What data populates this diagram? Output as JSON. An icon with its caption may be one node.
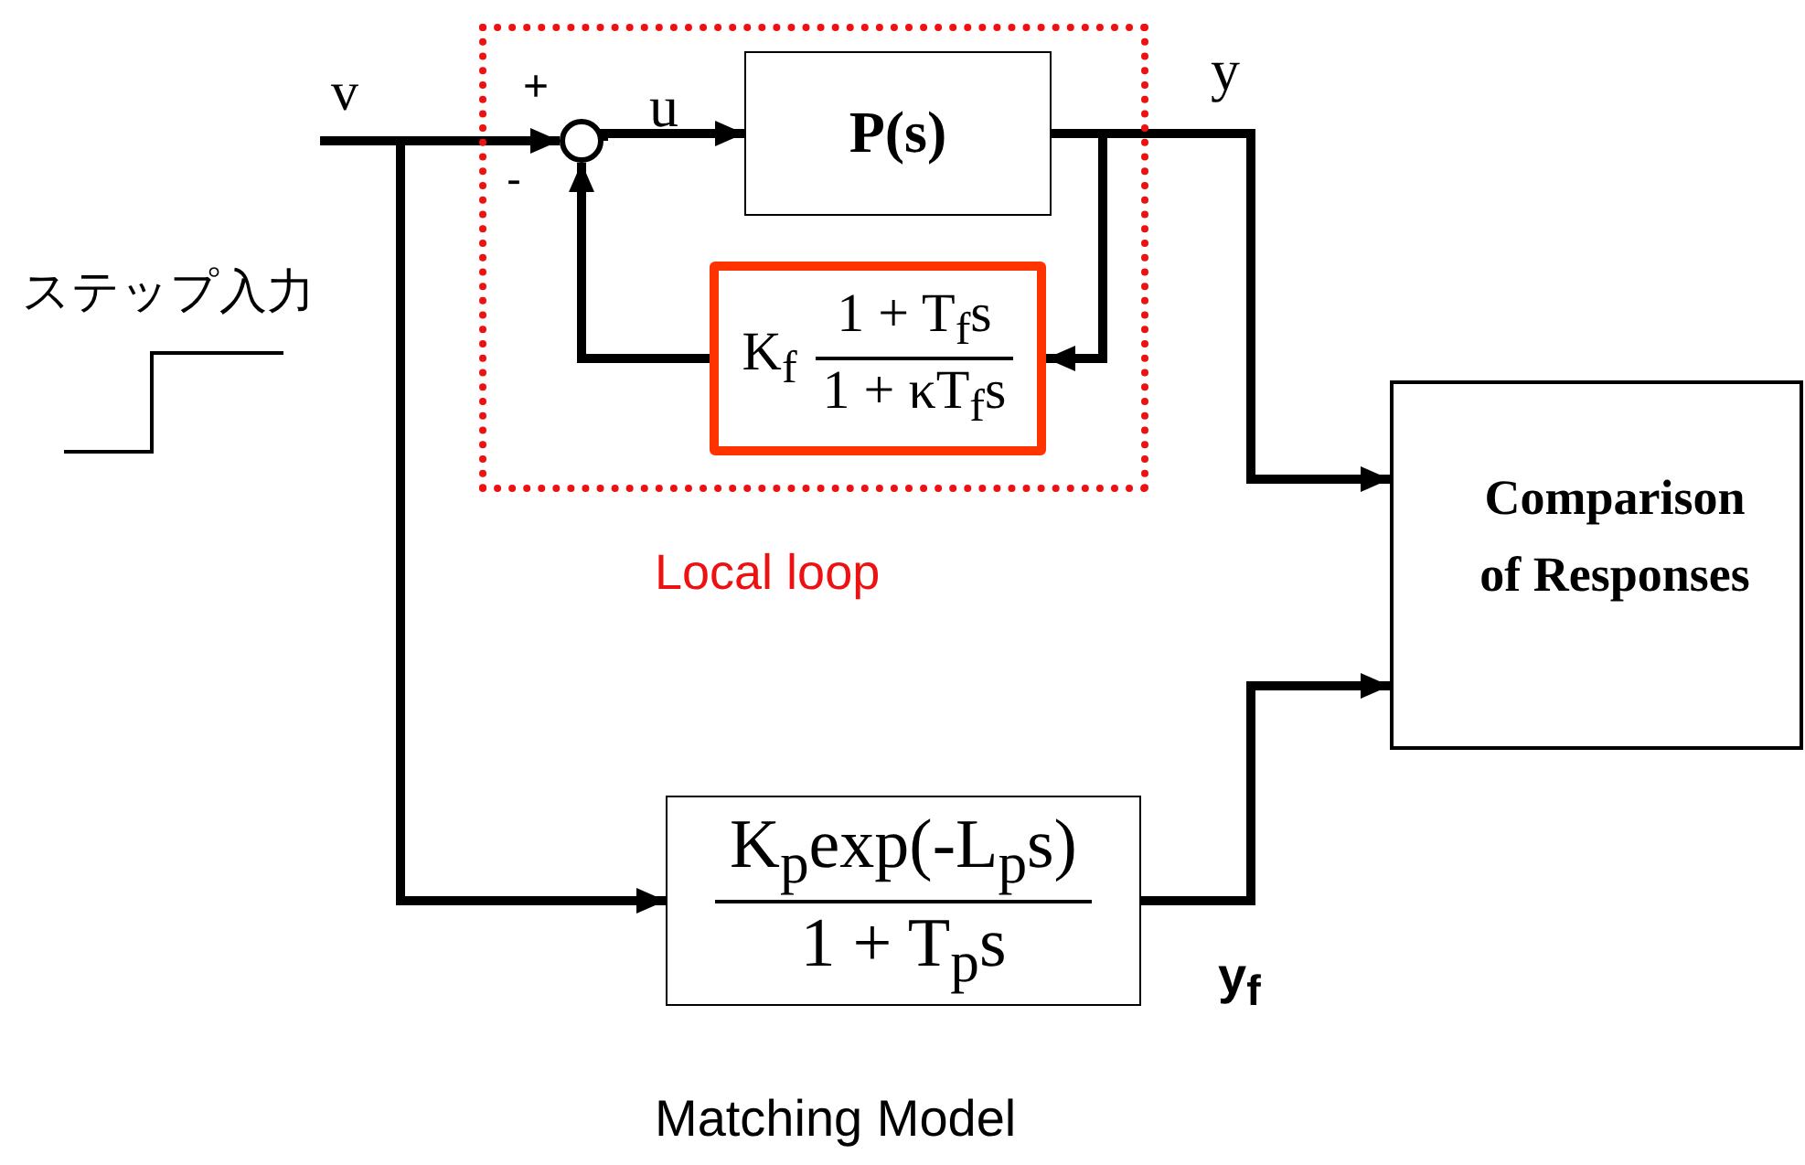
{
  "diagram": {
    "nodes": [
      {
        "text": [
          "Local loop"
        ]
      },
      {
        "text": [],
        "shape": "circle",
        "in": 0
      },
      {
        "text": [
          "P(s)"
        ],
        "in": 0
      },
      {
        "text": [
          "K$_{f}$",
          "1 + T$_{f}$s",
          "1 + κT$_{f}$s"
        ],
        "in": 0
      },
      {
        "text": [
          "Comparison of Responses"
        ]
      },
      {
        "text": [
          "K$_{p}$exp(-L$_{p}$s)",
          "1 + T$_{p}$s"
        ],
        "beside": [
          "Matching Model"
        ]
      }
    ],
    "edges": [
      {
        "from": null,
        "to": 1,
        "arrow": "to",
        "label": "v"
      },
      {
        "from": null,
        "to": 5,
        "arrow": "to"
      },
      {
        "from": 1,
        "to": 2,
        "arrow": "to",
        "label": "u"
      },
      {
        "from": 2,
        "to": 4,
        "arrow": "to",
        "label": "y"
      },
      {
        "from": 2,
        "to": 3,
        "arrow": "to"
      },
      {
        "from": 3,
        "to": 1,
        "arrow": "to"
      },
      {
        "from": 5,
        "to": 4,
        "arrow": "to",
        "label": "y$_{f}$"
      }
    ],
    "labels": [
      "ステップ入力",
      "+",
      "-"
    ]
  }
}
